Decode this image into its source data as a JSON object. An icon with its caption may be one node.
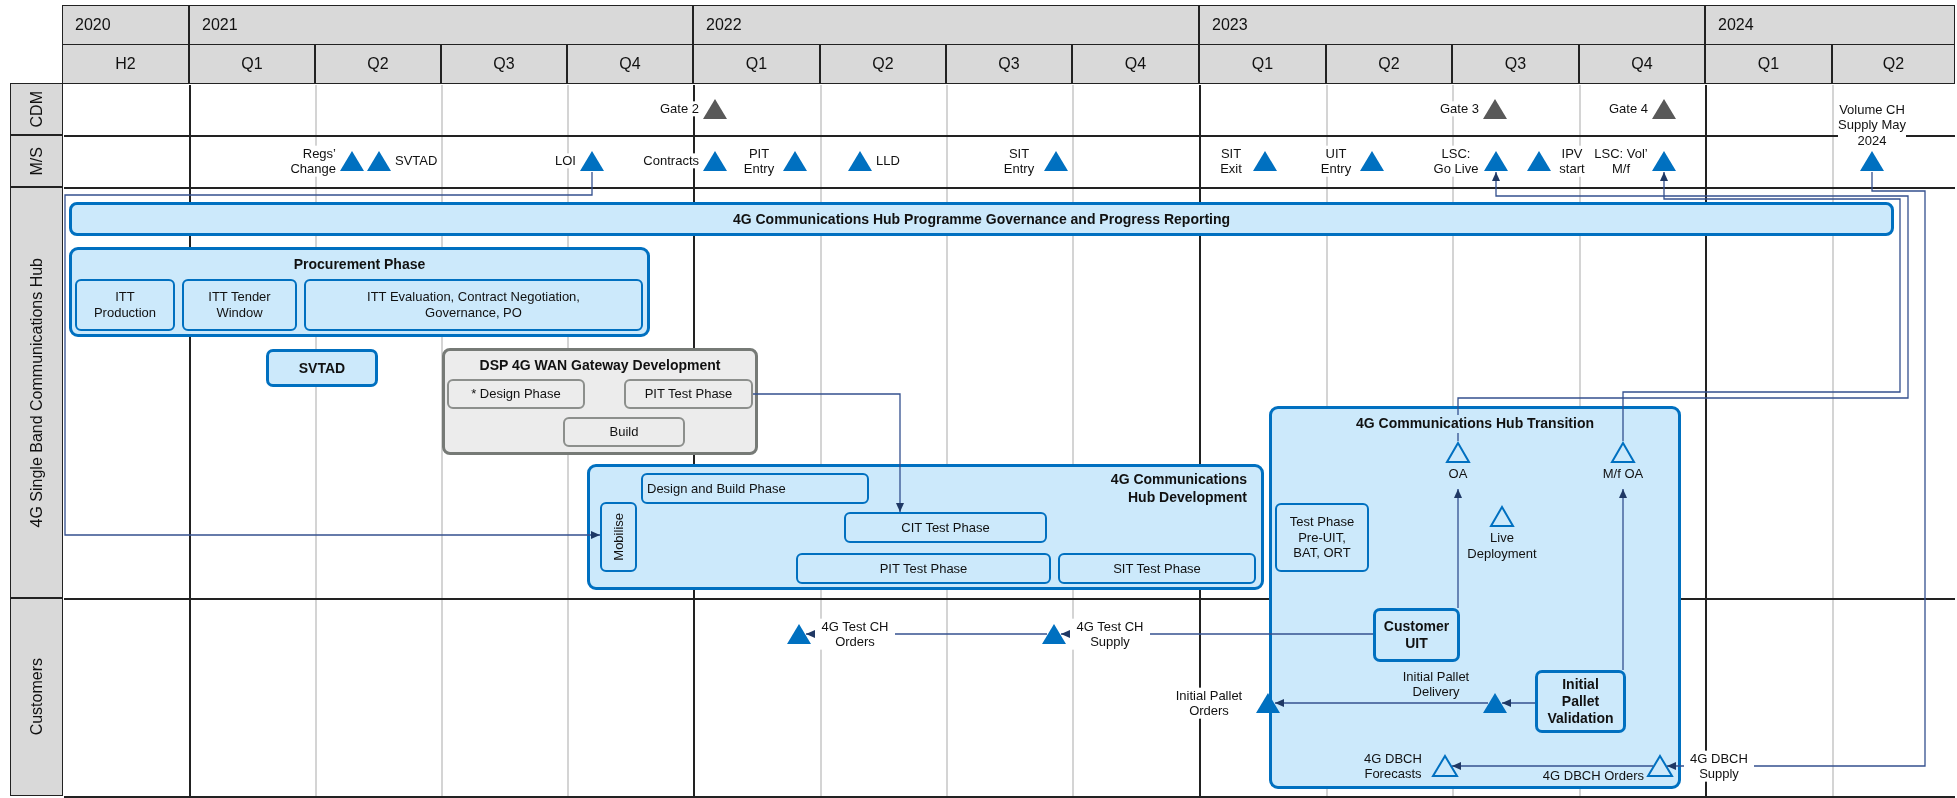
{
  "diagram": {
    "nodes": [
      {
        "text": [],
        "shape": "triangle",
        "beside": [
          "Gate 2"
        ]
      },
      {
        "text": [],
        "shape": "triangle",
        "beside": [
          "Gate 3"
        ]
      },
      {
        "text": [],
        "shape": "triangle",
        "beside": [
          "Gate 4"
        ]
      },
      {
        "text": [],
        "shape": "triangle",
        "beside": [
          "Volume CH Supply May 2024"
        ]
      },
      {
        "text": [],
        "shape": "triangle",
        "beside": [
          "Regs’ Change"
        ]
      },
      {
        "text": [],
        "shape": "triangle",
        "beside": [
          "SVTAD"
        ]
      },
      {
        "text": [],
        "shape": "triangle",
        "beside": [
          "LOI"
        ]
      },
      {
        "text": [],
        "shape": "triangle",
        "beside": [
          "Contracts"
        ]
      },
      {
        "text": [],
        "shape": "triangle",
        "beside": [
          "PIT Entry"
        ]
      },
      {
        "text": [],
        "shape": "triangle",
        "beside": [
          "LLD"
        ]
      },
      {
        "text": [],
        "shape": "triangle",
        "beside": [
          "SIT Entry"
        ]
      },
      {
        "text": [],
        "shape": "triangle",
        "beside": [
          "SIT Exit"
        ]
      },
      {
        "text": [],
        "shape": "triangle",
        "beside": [
          "UIT Entry"
        ]
      },
      {
        "text": [],
        "shape": "triangle",
        "beside": [
          "LSC: Go Live"
        ]
      },
      {
        "text": [],
        "shape": "triangle",
        "beside": [
          "IPV start"
        ]
      },
      {
        "text": [],
        "shape": "triangle",
        "beside": [
          "LSC: Vol’ M/f"
        ]
      },
      {
        "text": [
          "4G Communications Hub Programme Governance and Progress Reporting"
        ]
      },
      {
        "text": [
          "Procurement Phase"
        ]
      },
      {
        "text": [
          "ITT Production"
        ],
        "in": 17
      },
      {
        "text": [
          "ITT Tender Window"
        ],
        "in": 17
      },
      {
        "text": [
          "ITT Evaluation, Contract Negotiation, Governance, PO"
        ],
        "in": 17
      },
      {
        "text": [
          "SVTAD"
        ]
      },
      {
        "text": [
          "DSP 4G WAN Gateway Development"
        ]
      },
      {
        "text": [
          "* Design Phase"
        ],
        "in": 22
      },
      {
        "text": [
          "PIT Test Phase"
        ],
        "in": 22
      },
      {
        "text": [
          "Build"
        ],
        "in": 22
      },
      {
        "text": [
          "4G Communications Hub Transition"
        ]
      },
      {
        "text": [
          "OA"
        ],
        "in": 26
      },
      {
        "text": [
          "M/f OA"
        ],
        "in": 26
      },
      {
        "text": [
          "4G Communications Hub Development"
        ]
      },
      {
        "text": [
          "Design and Build Phase"
        ],
        "in": 29
      },
      {
        "text": [
          "Mobilise"
        ],
        "in": 29
      },
      {
        "text": [
          "CIT Test Phase"
        ],
        "in": 29
      },
      {
        "text": [
          "PIT Test Phase"
        ],
        "in": 29
      },
      {
        "text": [
          "SIT Test Phase"
        ],
        "in": 29
      },
      {
        "text": [
          "Test Phase Pre-UIT, BAT, ORT"
        ],
        "in": 26
      },
      {
        "text": [
          "Live Deployment"
        ],
        "in": 26
      },
      {
        "text": [],
        "shape": "triangle",
        "beside": [
          "4G Test CH Orders"
        ]
      },
      {
        "text": [],
        "shape": "triangle",
        "beside": [
          "4G Test CH Supply"
        ]
      },
      {
        "text": [
          "Customer UIT"
        ],
        "in": 26
      },
      {
        "text": [],
        "shape": "triangle",
        "beside": [
          "Initial Pallet Orders"
        ]
      },
      {
        "text": [],
        "shape": "triangle",
        "beside": [
          "Initial Pallet Delivery"
        ],
        "in": 26
      },
      {
        "text": [
          "Initial Pallet Validation"
        ],
        "in": 26
      },
      {
        "text": [],
        "shape": "triangle",
        "beside": [
          "4G DBCH Forecasts"
        ],
        "in": 26
      },
      {
        "text": [],
        "shape": "triangle",
        "beside": [
          "4G DBCH Orders"
        ],
        "in": 26
      }
    ],
    "edges": [
      {
        "from": 6,
        "to": 31,
        "arrow": "to"
      },
      {
        "from": 24,
        "to": 32,
        "arrow": "to"
      },
      {
        "from": 39,
        "to": 27,
        "arrow": "to"
      },
      {
        "from": 27,
        "to": 13,
        "arrow": "to"
      },
      {
        "from": 42,
        "to": 28,
        "arrow": "to"
      },
      {
        "from": 28,
        "to": 15,
        "arrow": "to"
      },
      {
        "from": 39,
        "to": 38,
        "arrow": "to"
      },
      {
        "from": 38,
        "to": 37,
        "arrow": "to"
      },
      {
        "from": 42,
        "to": 41,
        "arrow": "to"
      },
      {
        "from": 41,
        "to": 40,
        "arrow": "to"
      },
      {
        "from": 3,
        "to": 44,
        "arrow": "to",
        "label": "4G DBCH Supply"
      },
      {
        "from": 44,
        "to": 43,
        "arrow": "to"
      }
    ],
    "labels": [
      "2020",
      "2021",
      "2022",
      "2023",
      "2024",
      "H2",
      "Q1",
      "Q2",
      "Q3",
      "Q4",
      "Q1",
      "Q2",
      "Q3",
      "Q4",
      "Q1",
      "Q2",
      "Q3",
      "Q4",
      "Q1",
      "Q2",
      "CDM",
      "M/S",
      "4G Single Band Communications Hub",
      "Customers"
    ]
  }
}
